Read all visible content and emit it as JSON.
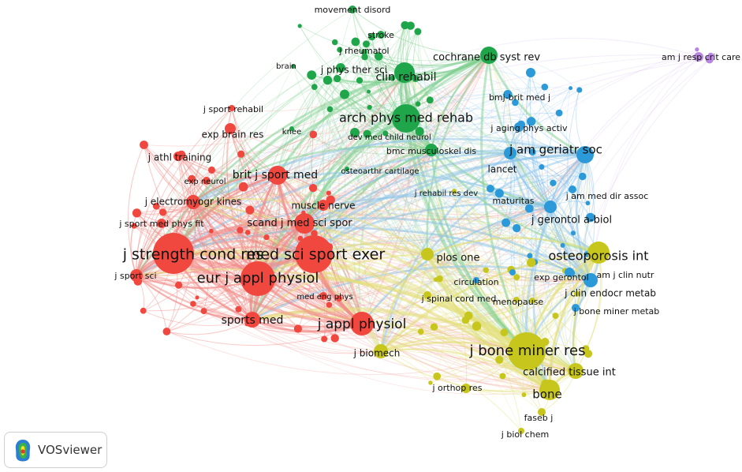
{
  "app": {
    "name": "VOSviewer"
  },
  "clusters": {
    "red": {
      "color": "#f0473f",
      "edge": "#f28a86"
    },
    "green": {
      "color": "#1fa64a",
      "edge": "#7fcf8f"
    },
    "blue": {
      "color": "#2c9ad8",
      "edge": "#8cc4ea"
    },
    "yellow": {
      "color": "#c7c61c",
      "edge": "#e3df7a"
    },
    "purple": {
      "color": "#b784df",
      "edge": "#d6b8ef"
    }
  },
  "nodes": [
    {
      "label": "movement disord",
      "cluster": "green"
    },
    {
      "label": "stroke",
      "cluster": "green"
    },
    {
      "label": "j rheumatol",
      "cluster": "green"
    },
    {
      "label": "brain",
      "cluster": "green"
    },
    {
      "label": "j phys ther sci",
      "cluster": "green"
    },
    {
      "label": "clin rehabil",
      "cluster": "green"
    },
    {
      "label": "cochrane db syst rev",
      "cluster": "green"
    },
    {
      "label": "arch phys med rehab",
      "cluster": "green"
    },
    {
      "label": "knee",
      "cluster": "green"
    },
    {
      "label": "dev med child neurol",
      "cluster": "green"
    },
    {
      "label": "bmc musculoskel dis",
      "cluster": "green"
    },
    {
      "label": "osteoarthr cartilage",
      "cluster": "green"
    },
    {
      "label": "am j resp crit care",
      "cluster": "purple"
    },
    {
      "label": "bmj-brit med j",
      "cluster": "blue"
    },
    {
      "label": "j aging phys activ",
      "cluster": "blue"
    },
    {
      "label": "j am geriatr soc",
      "cluster": "blue"
    },
    {
      "label": "lancet",
      "cluster": "blue"
    },
    {
      "label": "maturitas",
      "cluster": "blue"
    },
    {
      "label": "j am med dir assoc",
      "cluster": "blue"
    },
    {
      "label": "j gerontol a-biol",
      "cluster": "blue"
    },
    {
      "label": "am j clin nutr",
      "cluster": "blue"
    },
    {
      "label": "exp gerontol",
      "cluster": "blue"
    },
    {
      "label": "j clin endocr metab",
      "cluster": "blue"
    },
    {
      "label": "j bone miner metab",
      "cluster": "blue"
    },
    {
      "label": "circulation",
      "cluster": "blue"
    },
    {
      "label": "j rehabil res dev",
      "cluster": "yellow"
    },
    {
      "label": "osteoporosis int",
      "cluster": "yellow"
    },
    {
      "label": "plos one",
      "cluster": "yellow"
    },
    {
      "label": "j spinal cord med",
      "cluster": "yellow"
    },
    {
      "label": "menopause",
      "cluster": "yellow"
    },
    {
      "label": "j bone miner res",
      "cluster": "yellow"
    },
    {
      "label": "calcified tissue int",
      "cluster": "yellow"
    },
    {
      "label": "bone",
      "cluster": "yellow"
    },
    {
      "label": "j orthop res",
      "cluster": "yellow"
    },
    {
      "label": "faseb j",
      "cluster": "yellow"
    },
    {
      "label": "j biol chem",
      "cluster": "yellow"
    },
    {
      "label": "j biomech",
      "cluster": "yellow"
    },
    {
      "label": "j sport rehabil",
      "cluster": "red"
    },
    {
      "label": "exp brain res",
      "cluster": "red"
    },
    {
      "label": "j athl training",
      "cluster": "red"
    },
    {
      "label": "brit j sport med",
      "cluster": "red"
    },
    {
      "label": "exp neurol",
      "cluster": "red"
    },
    {
      "label": "j electromyogr kines",
      "cluster": "red"
    },
    {
      "label": "muscle nerve",
      "cluster": "red"
    },
    {
      "label": "j sport med phys fit",
      "cluster": "red"
    },
    {
      "label": "scand j med sci spor",
      "cluster": "red"
    },
    {
      "label": "j strength cond res",
      "cluster": "red"
    },
    {
      "label": "med sci sport exer",
      "cluster": "red"
    },
    {
      "label": "j sport sci",
      "cluster": "red"
    },
    {
      "label": "eur j appl physiol",
      "cluster": "red"
    },
    {
      "label": "med eng phys",
      "cluster": "red"
    },
    {
      "label": "sports med",
      "cluster": "red"
    },
    {
      "label": "j appl physiol",
      "cluster": "red"
    }
  ]
}
